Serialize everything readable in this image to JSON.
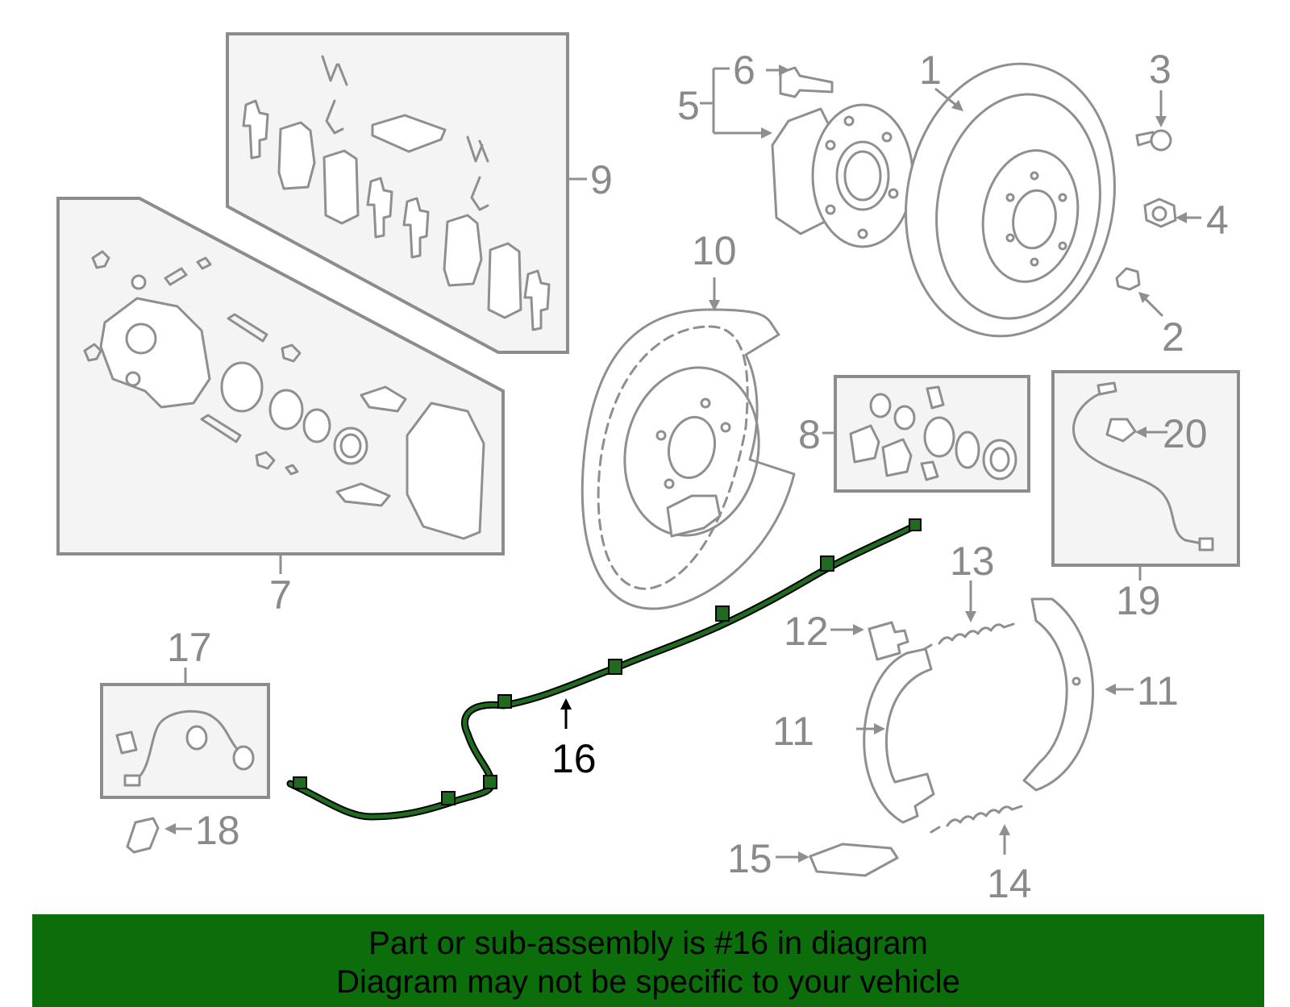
{
  "labels": {
    "l1": "1",
    "l2": "2",
    "l3": "3",
    "l4": "4",
    "l5": "5",
    "l6": "6",
    "l7": "7",
    "l8": "8",
    "l9": "9",
    "l10": "10",
    "l11a": "11",
    "l11b": "11",
    "l12": "12",
    "l13": "13",
    "l14": "14",
    "l15": "15",
    "l16": "16",
    "l17": "17",
    "l18": "18",
    "l19": "19",
    "l20": "20"
  },
  "highlighted_part": "16",
  "colors": {
    "highlight": "#1f6b1f",
    "banner": "#0b6e0b",
    "parts": "#8f8f8f"
  },
  "banner": {
    "line1": "Part or sub-assembly is #16 in diagram",
    "line2": "Diagram may not be specific to your vehicle"
  }
}
